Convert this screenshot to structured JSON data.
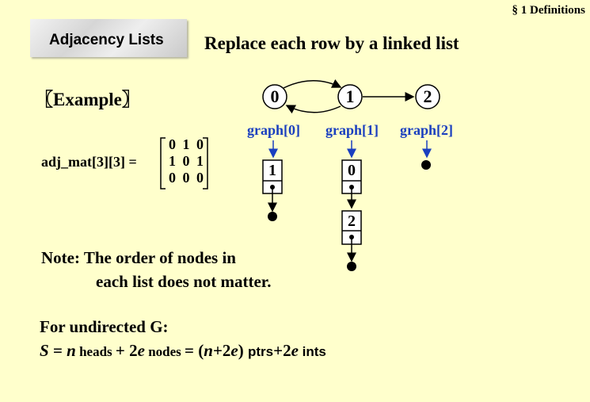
{
  "section": "§ 1  Definitions",
  "title": "Adjacency Lists",
  "subtitle": "Replace each row by a linked list",
  "example": "〖Example〗",
  "matrix": {
    "label": "adj_mat[3][3] =",
    "rows": [
      "0 1 0",
      "1 0 1",
      "0 0 0"
    ]
  },
  "graph": {
    "nodes": [
      "0",
      "1",
      "2"
    ],
    "heads": [
      "graph[0]",
      "graph[1]",
      "graph[2]"
    ],
    "list0": [
      "1"
    ],
    "list1": [
      "0",
      "2"
    ]
  },
  "note": {
    "line1": "Note:  The order of nodes in",
    "line2": "each list does not matter."
  },
  "undirected": {
    "heading": "For undirected G:",
    "formula": {
      "s": "S",
      "eq": " = ",
      "n": "n",
      "heads": " heads ",
      "plus": "+ 2",
      "e": "e",
      "nodes": " nodes ",
      "eq2": " = (",
      "n2": "n",
      "plus2": "+2",
      "e2": "e",
      "close": ") ",
      "ptrs": "ptrs",
      "plus3": "+2",
      "e3": "e",
      "ints": " ints"
    }
  },
  "colors": {
    "background": "#ffffcc",
    "link": "#1a3fbf"
  }
}
